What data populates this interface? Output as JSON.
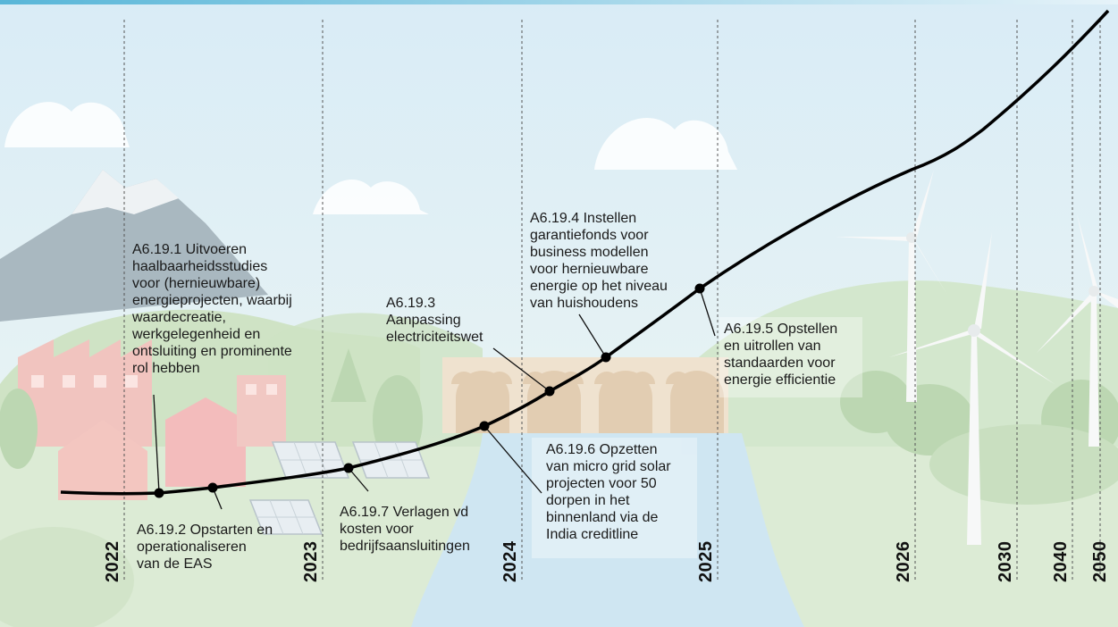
{
  "years": [
    "2022",
    "2023",
    "2024",
    "2025",
    "2026",
    "2030",
    "2040",
    "2050"
  ],
  "milestones": [
    {
      "id": "A6.19.1",
      "text": "A6.19.1 Uitvoeren\nhaalbaarheidsstudies\nvoor (hernieuwbare)\nenergieprojecten, waarbij\nwaardecreatie,\nwerkgelegenheid en\nontsluiting en prominente\nrol hebben"
    },
    {
      "id": "A6.19.2",
      "text": "A6.19.2 Opstarten en\noperationaliseren\nvan de EAS"
    },
    {
      "id": "A6.19.7",
      "text": "A6.19.7 Verlagen vd\nkosten voor\nbedrijfsaansluitingen"
    },
    {
      "id": "A6.19.6",
      "text": "A6.19.6 Opzetten\nvan micro grid solar\nprojecten voor 50\ndorpen in het\nbinnenland via de\nIndia creditline"
    },
    {
      "id": "A6.19.3",
      "text": "A6.19.3\nAanpassing\nelectriciteitswet"
    },
    {
      "id": "A6.19.4",
      "text": "A6.19.4 Instellen\ngarantiefonds voor\nbusiness modellen\nvoor hernieuwbare\nenergie op het niveau\nvan huishoudens"
    },
    {
      "id": "A6.19.5",
      "text": "A6.19.5 Opstellen\nen uitrollen van\nstandaarden voor\nenergie efficientie"
    }
  ],
  "colors": {
    "sky": "#e3f1f8",
    "hills": "#d6e9cf",
    "curve": "#000000",
    "water": "#cfe6f2"
  }
}
